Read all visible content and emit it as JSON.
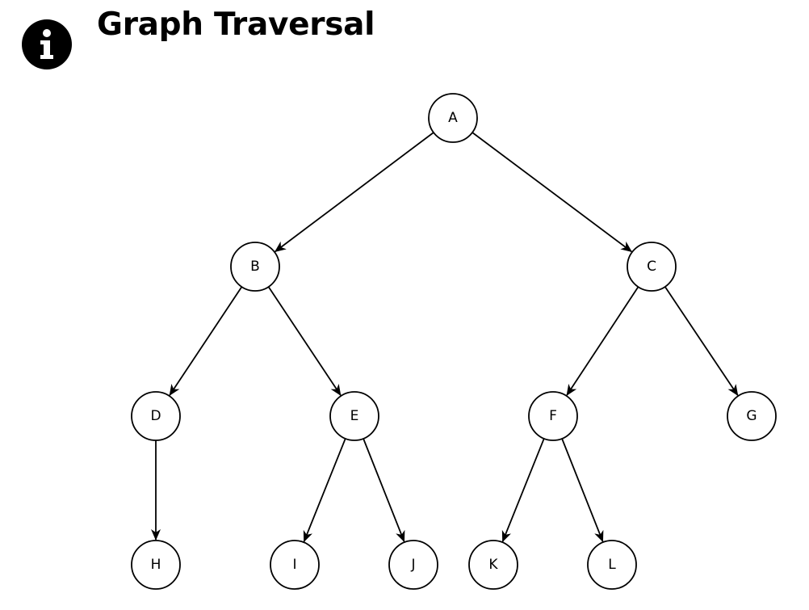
{
  "header": {
    "title": "Graph Traversal",
    "icon": "info-icon"
  },
  "graph": {
    "directed": true,
    "nodes": [
      {
        "id": "A",
        "label": "A",
        "level": 0
      },
      {
        "id": "B",
        "label": "B",
        "level": 1
      },
      {
        "id": "C",
        "label": "C",
        "level": 1
      },
      {
        "id": "D",
        "label": "D",
        "level": 2
      },
      {
        "id": "E",
        "label": "E",
        "level": 2
      },
      {
        "id": "F",
        "label": "F",
        "level": 2
      },
      {
        "id": "G",
        "label": "G",
        "level": 2
      },
      {
        "id": "H",
        "label": "H",
        "level": 3
      },
      {
        "id": "I",
        "label": "I",
        "level": 3
      },
      {
        "id": "J",
        "label": "J",
        "level": 3
      },
      {
        "id": "K",
        "label": "K",
        "level": 3
      },
      {
        "id": "L",
        "label": "L",
        "level": 3
      }
    ],
    "edges": [
      {
        "from": "A",
        "to": "B"
      },
      {
        "from": "A",
        "to": "C"
      },
      {
        "from": "B",
        "to": "D"
      },
      {
        "from": "B",
        "to": "E"
      },
      {
        "from": "C",
        "to": "F"
      },
      {
        "from": "C",
        "to": "G"
      },
      {
        "from": "D",
        "to": "H"
      },
      {
        "from": "E",
        "to": "I"
      },
      {
        "from": "E",
        "to": "J"
      },
      {
        "from": "F",
        "to": "K"
      },
      {
        "from": "F",
        "to": "L"
      }
    ]
  }
}
